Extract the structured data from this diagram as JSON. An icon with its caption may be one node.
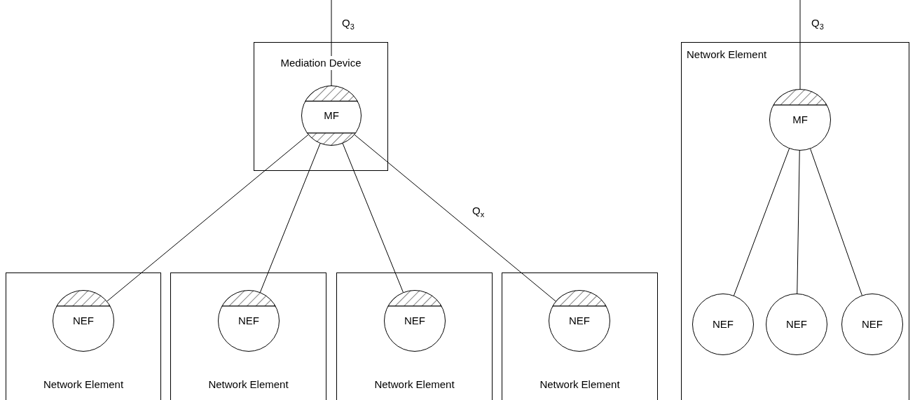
{
  "diagram": {
    "nodes": [
      {
        "text": [
          "Mediation Device"
        ]
      },
      {
        "text": [
          "MF"
        ],
        "in": 0
      },
      {
        "text": [
          "Network Element"
        ]
      },
      {
        "text": [
          "NEF"
        ],
        "in": 2
      },
      {
        "text": [
          "Network Element"
        ]
      },
      {
        "text": [
          "NEF"
        ],
        "in": 4
      },
      {
        "text": [
          "Network Element"
        ]
      },
      {
        "text": [
          "NEF"
        ],
        "in": 6
      },
      {
        "text": [
          "Network Element"
        ]
      },
      {
        "text": [
          "NEF"
        ],
        "in": 8
      },
      {
        "text": [
          "Network Element"
        ]
      },
      {
        "text": [
          "MF"
        ],
        "in": 10
      },
      {
        "text": [
          "NEF"
        ],
        "in": 10
      },
      {
        "text": [
          "NEF"
        ],
        "in": 10
      },
      {
        "text": [
          "NEF"
        ],
        "in": 10
      }
    ],
    "edges": [
      {
        "from": null,
        "to": 1,
        "arrow": "none",
        "label": "Q$_{3}$"
      },
      {
        "from": 1,
        "to": 3,
        "arrow": "none"
      },
      {
        "from": 1,
        "to": 5,
        "arrow": "none"
      },
      {
        "from": 1,
        "to": 7,
        "arrow": "none"
      },
      {
        "from": 1,
        "to": 9,
        "arrow": "none",
        "label": "Q$_{x}$"
      },
      {
        "from": null,
        "to": 11,
        "arrow": "none",
        "label": "Q$_{3}$"
      },
      {
        "from": 11,
        "to": 12,
        "arrow": "none"
      },
      {
        "from": 11,
        "to": 13,
        "arrow": "none"
      },
      {
        "from": 11,
        "to": 14,
        "arrow": "none"
      }
    ]
  }
}
